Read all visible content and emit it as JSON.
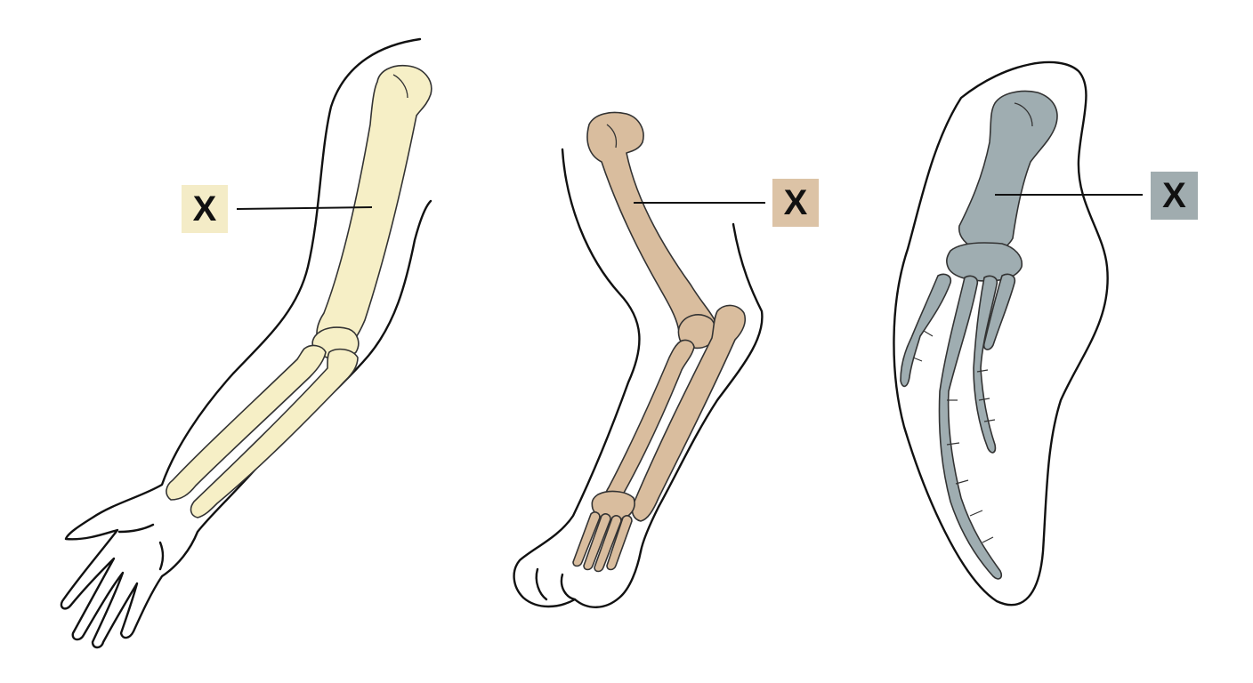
{
  "diagram": {
    "limbs": [
      {
        "id": "limb-1",
        "label": "X",
        "bone_color": "#f6efc6",
        "label_box_color": "#f4ecc7"
      },
      {
        "id": "limb-2",
        "label": "X",
        "bone_color": "#d9bd9e",
        "label_box_color": "#dcc3a6"
      },
      {
        "id": "limb-3",
        "label": "X",
        "bone_color": "#9fadb1",
        "label_box_color": "#a0acaf"
      }
    ]
  }
}
